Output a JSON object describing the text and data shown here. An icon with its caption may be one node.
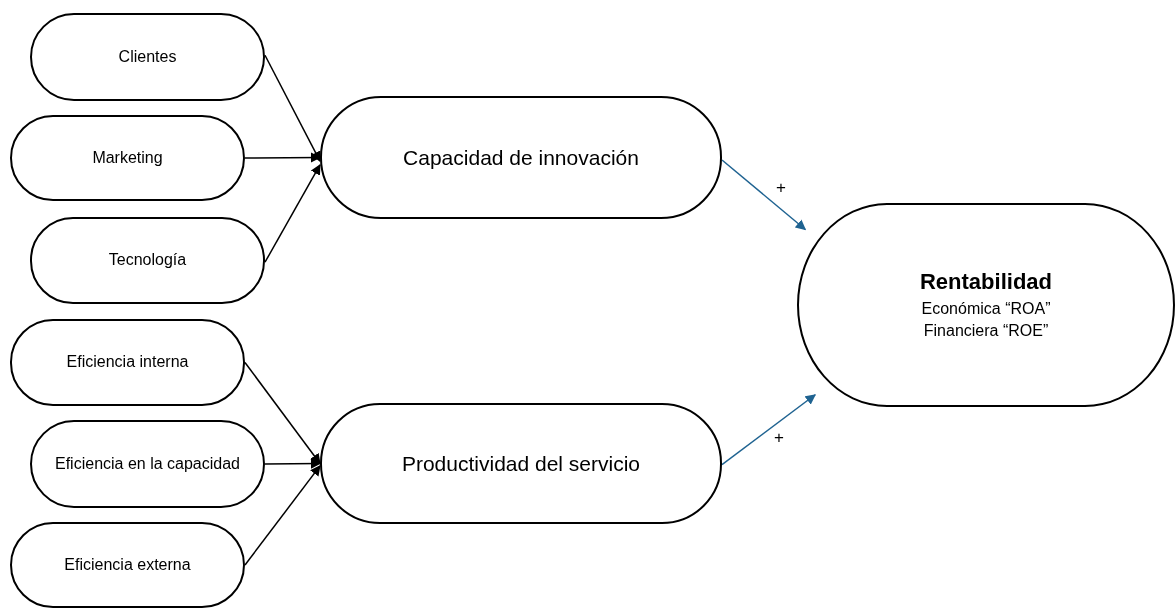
{
  "diagram": {
    "nodes": [
      {
        "text": [
          "Clientes"
        ]
      },
      {
        "text": [
          "Marketing"
        ]
      },
      {
        "text": [
          "Tecnología"
        ]
      },
      {
        "text": [
          "Eficiencia interna"
        ]
      },
      {
        "text": [
          "Eficiencia en la capacidad"
        ]
      },
      {
        "text": [
          "Eficiencia externa"
        ]
      },
      {
        "text": [
          "Capacidad de innovación"
        ]
      },
      {
        "text": [
          "Productividad del servicio"
        ]
      },
      {
        "text": [
          "Rentabilidad",
          "Económica “ROA”",
          "Financiera “ROE”"
        ]
      }
    ],
    "edges": [
      {
        "from": 0,
        "to": 6,
        "arrow": "to"
      },
      {
        "from": 1,
        "to": 6,
        "arrow": "to"
      },
      {
        "from": 2,
        "to": 6,
        "arrow": "to"
      },
      {
        "from": 3,
        "to": 7,
        "arrow": "to"
      },
      {
        "from": 4,
        "to": 7,
        "arrow": "to"
      },
      {
        "from": 5,
        "to": 7,
        "arrow": "to"
      },
      {
        "from": 6,
        "to": 8,
        "arrow": "to",
        "label": "+",
        "color": "#1f6391"
      },
      {
        "from": 7,
        "to": 8,
        "arrow": "to",
        "label": "+",
        "color": "#1f6391"
      }
    ]
  }
}
